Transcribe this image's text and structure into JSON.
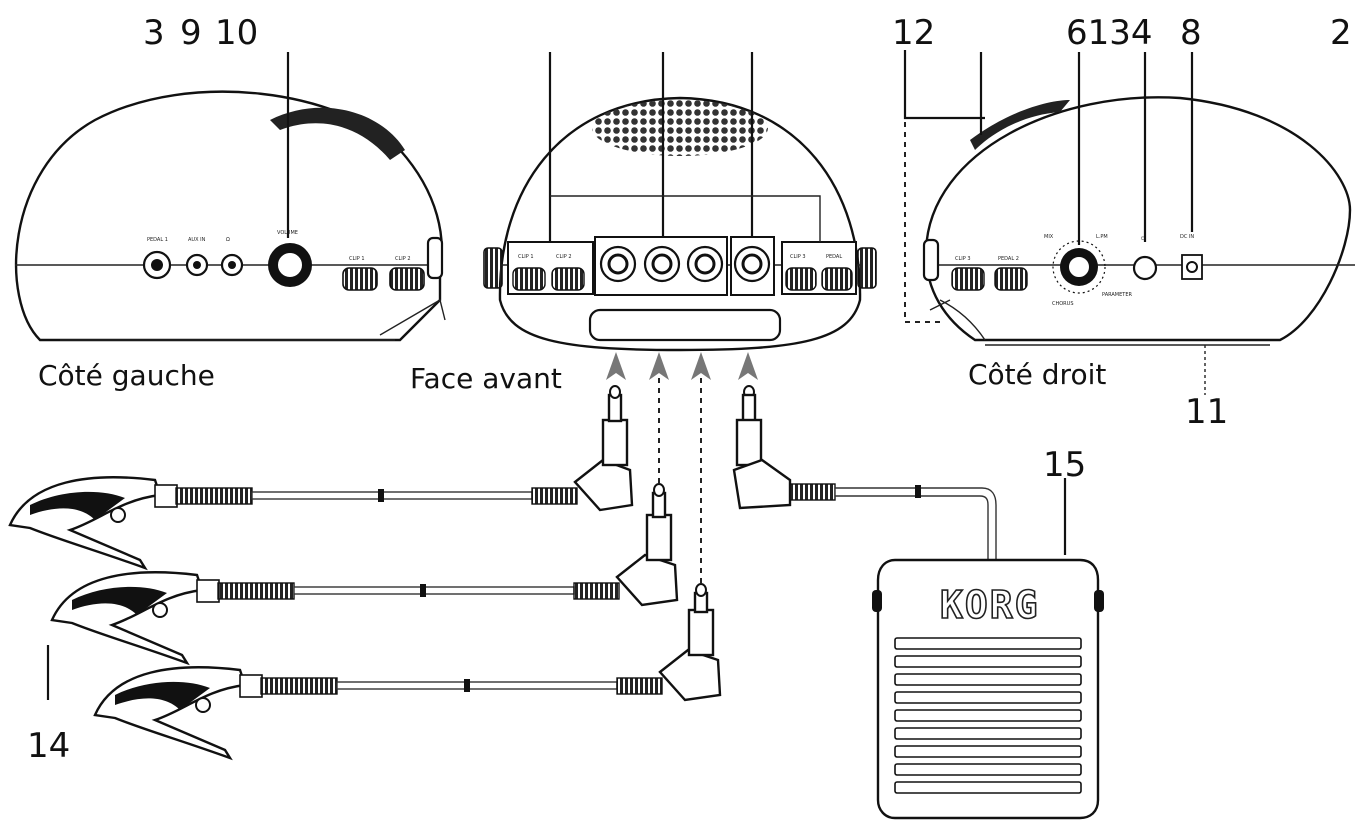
{
  "numbers": {
    "n3": "3",
    "n9": "9",
    "n10": "10",
    "n12": "12",
    "n6134": "6134",
    "n8": "8",
    "n2": "2",
    "n11": "11",
    "n15": "15",
    "n14": "14"
  },
  "views": {
    "left": "Côté gauche",
    "front": "Face avant",
    "right": "Côté droit"
  },
  "pedal": {
    "logo": "KORG"
  },
  "colors": {
    "line": "#111111",
    "arrow": "#777777",
    "speaker": "#333333"
  }
}
